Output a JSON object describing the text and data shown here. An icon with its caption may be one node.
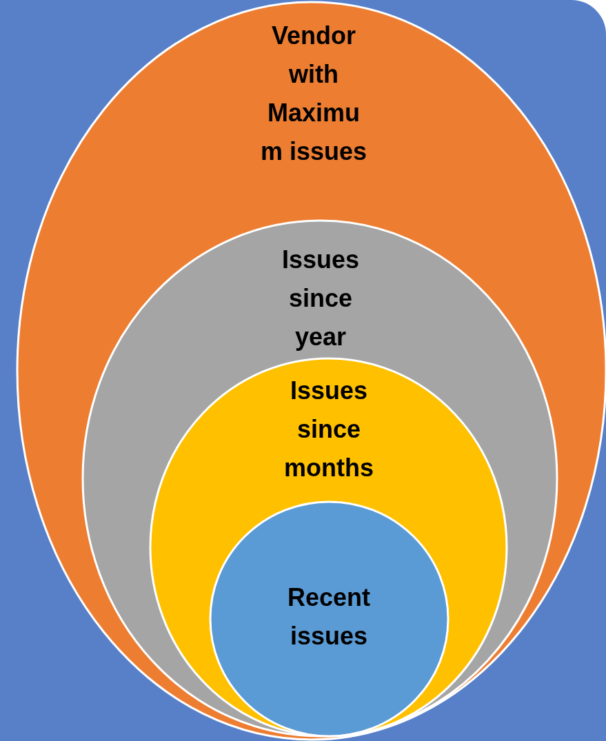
{
  "diagram": {
    "nodes": [
      {
        "text": [
          "Vendor with Maximum issues"
        ]
      },
      {
        "text": [
          "Issues since year"
        ],
        "in": 0
      },
      {
        "text": [
          "Issues since months"
        ],
        "in": 1
      },
      {
        "text": [
          "Recent issues"
        ],
        "in": 2
      }
    ]
  }
}
